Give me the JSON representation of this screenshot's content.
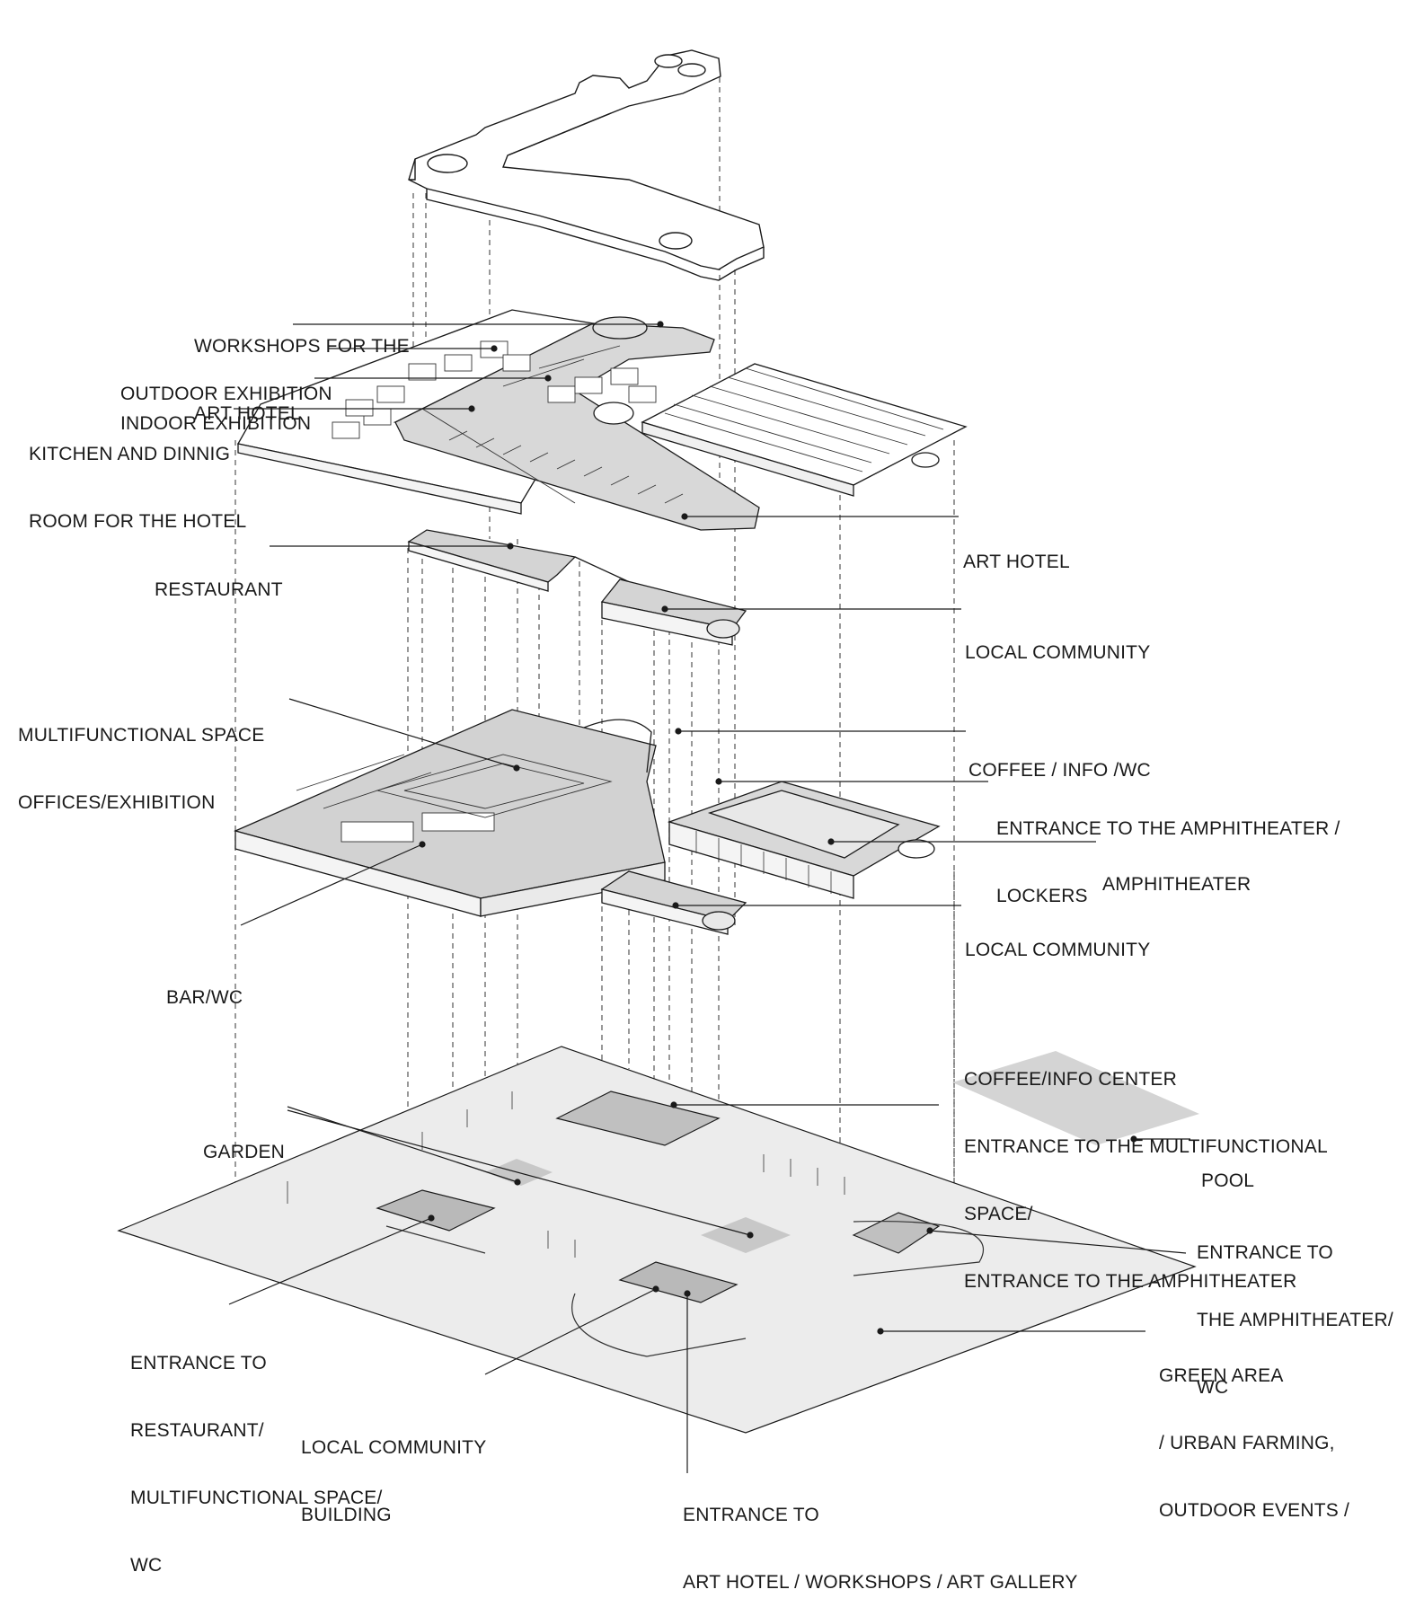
{
  "colors": {
    "line": "#1a1a1a",
    "light_fill": "#ececec",
    "mid_fill": "#d4d4d4",
    "dark_fill": "#b9b9b9",
    "guide": "#555555"
  },
  "labels": {
    "workshops": [
      "WORKSHOPS FOR THE",
      "ART HOTEL"
    ],
    "outdoor_exhibition": [
      "OUTDOOR EXHIBITION"
    ],
    "indoor_exhibition": [
      "INDOOR EXHIBITION"
    ],
    "kitchen": [
      "KITCHEN AND DINNIG",
      "ROOM FOR THE HOTEL"
    ],
    "art_hotel": [
      "ART HOTEL"
    ],
    "restaurant": [
      "RESTAURANT"
    ],
    "local_community_1": [
      "LOCAL COMMUNITY"
    ],
    "multifunctional": [
      "MULTIFUNCTIONAL SPACE",
      "OFFICES/EXHIBITION"
    ],
    "coffee_info_wc": [
      "COFFEE / INFO /WC"
    ],
    "entrance_amph_lockers": [
      "ENTRANCE TO THE AMPHITHEATER /",
      "LOCKERS"
    ],
    "amphitheater": [
      "AMPHITHEATER"
    ],
    "local_community_2": [
      "LOCAL COMMUNITY"
    ],
    "bar_wc": [
      "BAR/WC"
    ],
    "coffee_center": [
      "COFFEE/INFO CENTER",
      "ENTRANCE TO THE MULTIFUNCTIONAL",
      "SPACE/",
      "ENTRANCE TO THE AMPHITHEATER"
    ],
    "garden": [
      "GARDEN"
    ],
    "pool": [
      "POOL"
    ],
    "entrance_amph_wc": [
      "ENTRANCE TO",
      "THE AMPHITHEATER/",
      "WC"
    ],
    "entrance_restaurant": [
      "ENTRANCE TO",
      "RESTAURANT/",
      "MULTIFUNCTIONAL SPACE/",
      "WC"
    ],
    "green_area": [
      "GREEN AREA",
      "/ URBAN FARMING,",
      "OUTDOOR EVENTS /"
    ],
    "local_community_building": [
      "LOCAL COMMUNITY",
      "BUILDING"
    ],
    "entrance_hotel": [
      "ENTRANCE TO",
      "ART HOTEL / WORKSHOPS / ART GALLERY"
    ]
  }
}
